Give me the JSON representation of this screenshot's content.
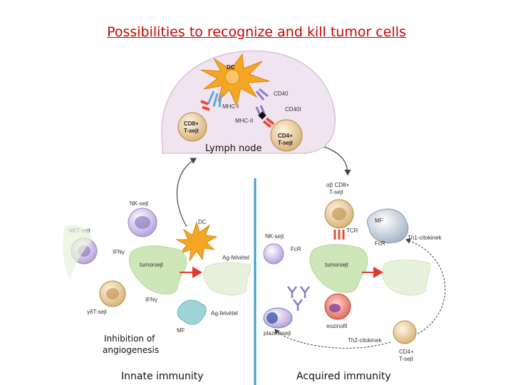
{
  "title": "Possibilities to recognize and kill tumor cells",
  "lymph_node": {
    "caption": "Lymph node",
    "dc": "DC",
    "cd40": "CD40",
    "cd40l": "CD40l",
    "mhc1": "MHC-I",
    "mhc2": "MHC-II",
    "cd8_line1": "CD8+",
    "cd8_line2": "T-sejt",
    "cd4_line1": "CD4+",
    "cd4_line2": "T-sejt"
  },
  "innate": {
    "nk": "NK-sejt",
    "nkt": "NKT-sejt",
    "dc": "DC",
    "ifng1": "IFNγ",
    "ifng2": "IFNγ",
    "tumor": "tumorsejt",
    "ag1": "Ag-felvétel",
    "ag2": "Ag-felvétel",
    "gdt": "γδT-sejt",
    "mf": "MF",
    "caption": "Innate immunity",
    "inhibition_line1": "Inhibition of",
    "inhibition_line2": "angiogenesis"
  },
  "acquired": {
    "ab_line1": "αβ CD8+",
    "ab_line2": "T-sejt",
    "mf": "MF",
    "nk": "NK-sejt",
    "tcr": "TCR",
    "fcr1": "FcR",
    "fcr2": "FcR",
    "tumor": "tumorsejt",
    "th1": "Th1-citokinek",
    "plasma": "plazmasejt",
    "eos": "eozinofil",
    "th2": "Th2-citokinek",
    "cd4_line1": "CD4+",
    "cd4_line2": "T-sejt",
    "caption": "Acquired  immunity"
  },
  "colors": {
    "title": "#cc0000",
    "lymph_bg": "#f1e4f1",
    "divider": "#3a9ed6",
    "tumor_dark": "#cfe6b8",
    "tumor_light": "#e7f2dc",
    "arrow_red": "#e03a2a"
  }
}
